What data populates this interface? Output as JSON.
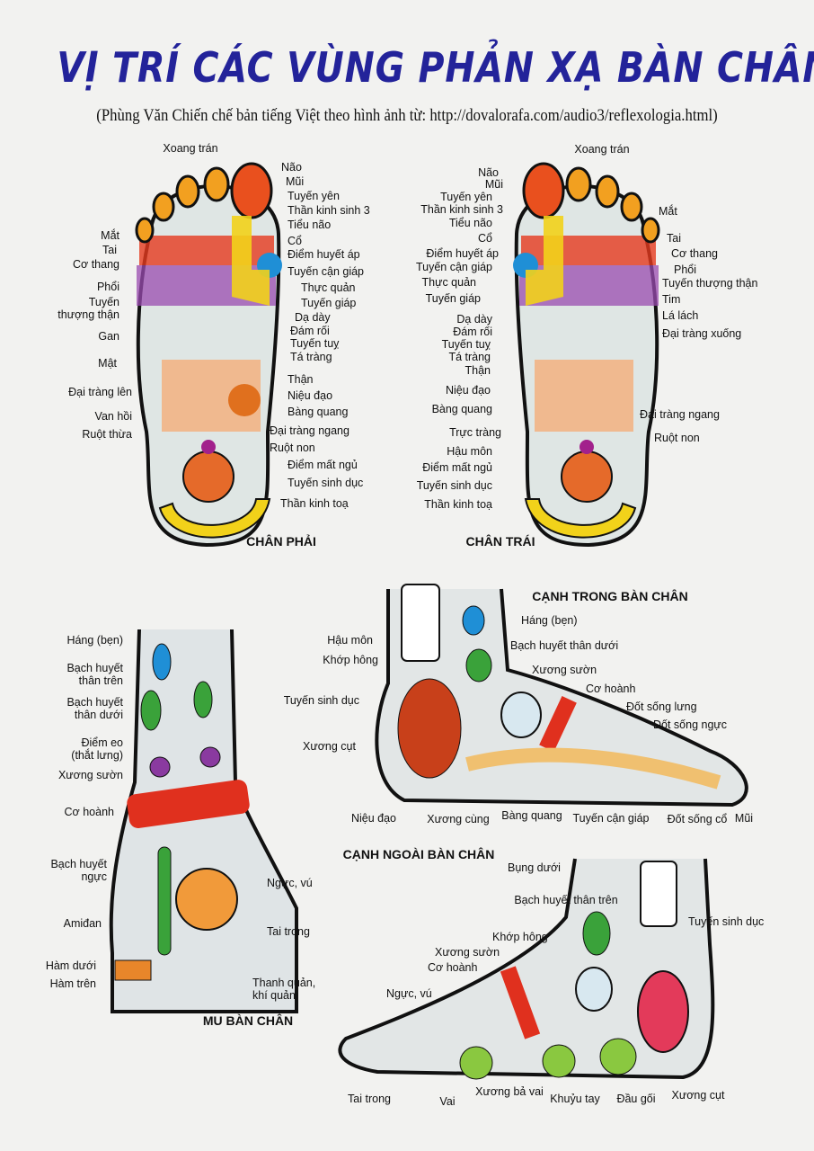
{
  "title": "VỊ TRÍ CÁC VÙNG PHẢN XẠ BÀN CHÂN",
  "subtitle": "(Phùng Văn Chiến chế bản tiếng Việt theo hình ảnh từ: http://dovalorafa.com/audio3/reflexologia.html)",
  "right_foot": {
    "caption": "CHÂN PHẢI",
    "labels": [
      "Xoang trán",
      "Mắt",
      "Tai",
      "Cơ thang",
      "Phổi",
      "Tuyến\nthượng thận",
      "Gan",
      "Mật",
      "Đại tràng lên",
      "Van hồi",
      "Ruột thừa",
      "Não",
      "Mũi",
      "Tuyến yên",
      "Thần kinh sinh 3",
      "Tiểu não",
      "Cổ",
      "Điểm huyết áp",
      "Tuyến cận giáp",
      "Thực quản",
      "Tuyến giáp",
      "Dạ dày",
      "Đám rối",
      "Tuyến tuỵ",
      "Tá tràng",
      "Thận",
      "Niệu đạo",
      "Bàng quang",
      "Đại tràng ngang",
      "Ruột non",
      "Điểm mất ngủ",
      "Tuyến sinh dục",
      "Thần kinh toạ"
    ]
  },
  "left_foot": {
    "caption": "CHÂN TRÁI",
    "labels": [
      "Xoang trán",
      "Não",
      "Mũi",
      "Tuyến yên",
      "Thần kinh sinh 3",
      "Tiểu não",
      "Cổ",
      "Điểm huyết áp",
      "Tuyến cận giáp",
      "Thực quản",
      "Tuyến giáp",
      "Dạ dày",
      "Đám rối",
      "Tuyến tuỵ",
      "Tá tràng",
      "Thận",
      "Niệu đạo",
      "Bàng quang",
      "Trực tràng",
      "Hậu môn",
      "Điểm mất ngủ",
      "Tuyến sinh dục",
      "Thần kinh toạ",
      "Mắt",
      "Tai",
      "Cơ thang",
      "Phổi",
      "Tuyến thượng thận",
      "Tim",
      "Lá lách",
      "Đại tràng xuống",
      "Đại tràng ngang",
      "Ruột non"
    ]
  },
  "instep": {
    "caption": "MU BÀN CHÂN",
    "labels": [
      "Háng (bẹn)",
      "Bạch huyết\nthân trên",
      "Bạch huyết\nthân dưới",
      "Điểm eo\n(thắt lưng)",
      "Xương sườn",
      "Cơ hoành",
      "Bạch huyết\nngực",
      "Amiđan",
      "Hàm dưới",
      "Hàm trên",
      "Ngực, vú",
      "Tai trong",
      "Thanh quản,\nkhí quản"
    ]
  },
  "inner_side": {
    "caption": "CẠNH TRONG BÀN CHÂN",
    "labels": [
      "Háng (bẹn)",
      "Bạch huyết thân dưới",
      "Hậu môn",
      "Khớp hông",
      "Xương sườn",
      "Cơ hoành",
      "Đốt sống lưng",
      "Đốt sống ngực",
      "Tuyến sinh dục",
      "Xương cụt",
      "Niệu đạo",
      "Xương cùng",
      "Bàng quang",
      "Tuyến cận giáp",
      "Đốt sống cổ",
      "Mũi"
    ]
  },
  "outer_side": {
    "caption": "CẠNH NGOÀI BÀN CHÂN",
    "labels": [
      "Bụng dưới",
      "Bạch huyết thân trên",
      "Tuyến sinh dục",
      "Khớp hông",
      "Xương sườn",
      "Cơ hoành",
      "Ngực, vú",
      "Tai trong",
      "Vai",
      "Xương bả vai",
      "Khuỷu tay",
      "Đầu gối",
      "Xương cụt"
    ]
  },
  "colors": {
    "title": "#23239a",
    "outline": "#111111",
    "yellow": "#f2d21a",
    "red": "#e0301e",
    "blue": "#1f8fd6",
    "green": "#3aa23a",
    "purple": "#8a3aa0",
    "orange": "#e8862a"
  }
}
